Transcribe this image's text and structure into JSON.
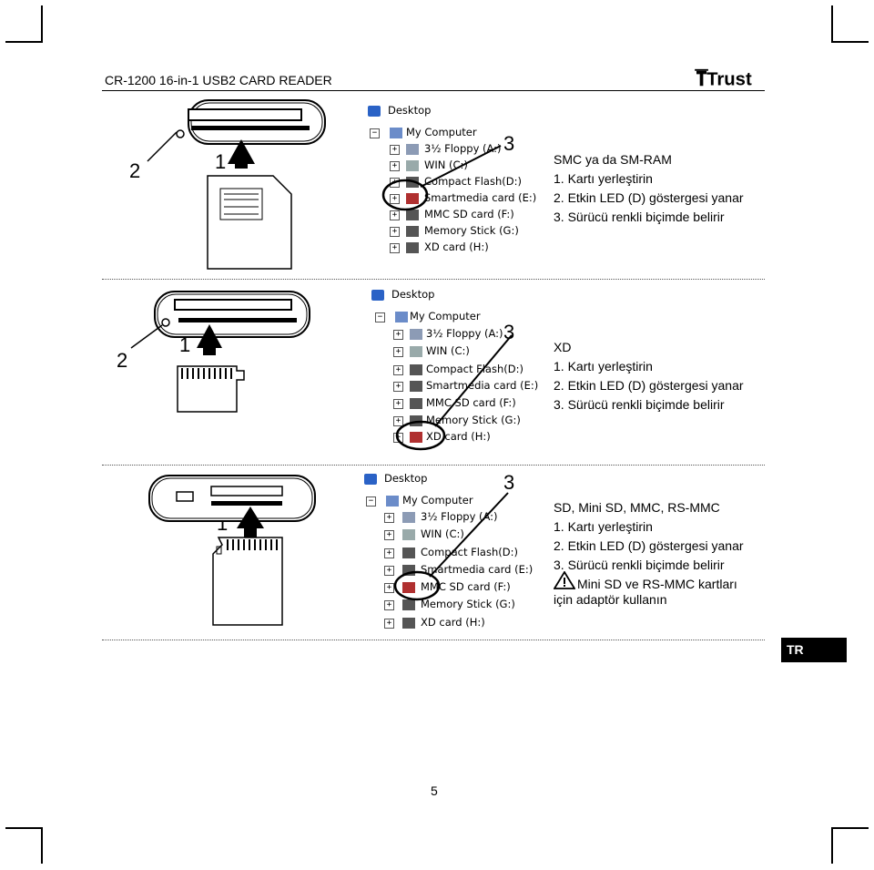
{
  "header": {
    "title": "CR-1200 16-in-1 USB2 CARD READER",
    "logo_text": "Trust"
  },
  "tree": {
    "desktop": "Desktop",
    "my_computer": "My Computer",
    "items": [
      "3½ Floppy (A:)",
      "WIN (C:)",
      "Compact Flash(D:)",
      "Smartmedia card (E:)",
      "MMC SD card (F:)",
      "Memory Stick (G:)",
      "XD card (H:)"
    ]
  },
  "sections": [
    {
      "callout_left": "2",
      "callout_arrow": "1",
      "callout_tree": "3",
      "heading": "SMC ya da SM-RAM",
      "steps": [
        "1. Kartı yerleştirin",
        "2. Etkin LED (D) göstergesi yanar",
        "3. Sürücü renkli biçimde belirir"
      ]
    },
    {
      "callout_left": "2",
      "callout_arrow": "1",
      "callout_tree": "3",
      "heading": "XD",
      "steps": [
        "1. Kartı yerleştirin",
        "2. Etkin LED (D) göstergesi yanar",
        "3. Sürücü renkli biçimde belirir"
      ]
    },
    {
      "callout_arrow": "1",
      "callout_tree": "3",
      "heading": "SD, Mini SD, MMC, RS-MMC",
      "steps": [
        "1. Kartı yerleştirin",
        "2. Etkin LED (D) göstergesi yanar",
        "3. Sürücü renkli biçimde belirir"
      ],
      "warning_line1": "Mini SD ve RS-MMC kartları",
      "warning_line2": "için adaptör kullanın"
    }
  ],
  "language_badge": "TR",
  "page_number": "5"
}
